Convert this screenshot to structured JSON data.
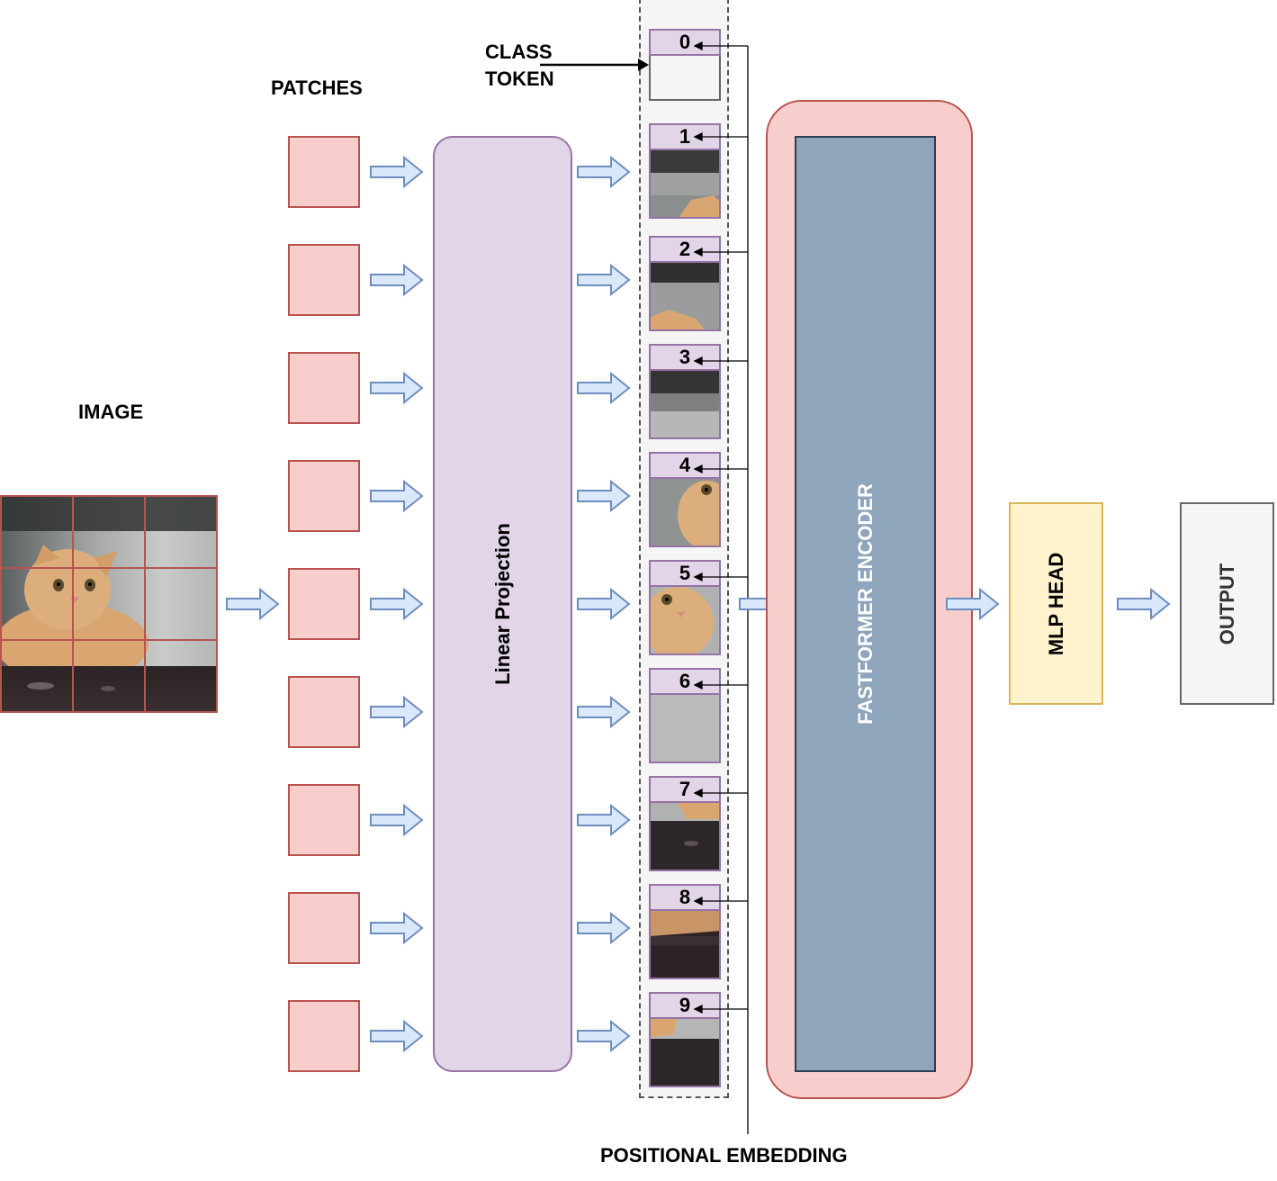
{
  "labels": {
    "image": "IMAGE",
    "patches": "PATCHES",
    "class_token_line1": "CLASS",
    "class_token_line2": "TOKEN",
    "linear_projection": "Linear Projection",
    "encoder": "FASTFORMER ENCODER",
    "mlp_head": "MLP HEAD",
    "output": "OUTPUT",
    "positional_embedding": "POSITIONAL EMBEDDING"
  },
  "tokens": [
    {
      "index": "0"
    },
    {
      "index": "1"
    },
    {
      "index": "2"
    },
    {
      "index": "3"
    },
    {
      "index": "4"
    },
    {
      "index": "5"
    },
    {
      "index": "6"
    },
    {
      "index": "7"
    },
    {
      "index": "8"
    },
    {
      "index": "9"
    }
  ],
  "colors": {
    "patch_fill": "#f8cecc",
    "patch_stroke": "#b85450",
    "projection_fill": "#e1d5e7",
    "projection_stroke": "#9673a6",
    "encoder_fill": "#8fa5bc",
    "encoder_outer_fill": "#f8cecc",
    "mlp_fill": "#fff2cc",
    "mlp_stroke": "#d6b656",
    "output_fill": "#f5f5f5",
    "arrow_fill": "#dae8fc",
    "arrow_stroke": "#6c8ebf"
  }
}
